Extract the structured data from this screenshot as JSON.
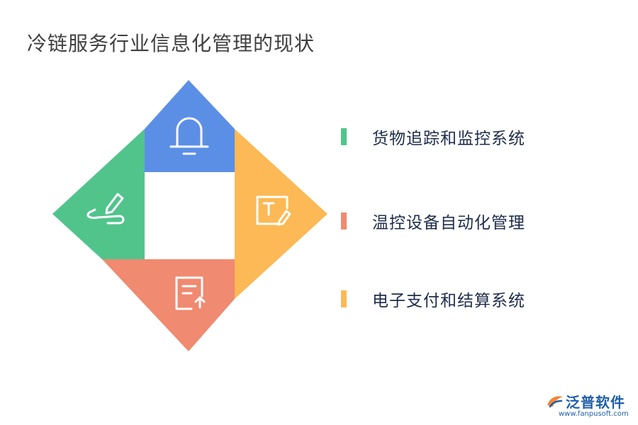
{
  "title": "冷链服务行业信息化管理的现状",
  "quadrants": [
    {
      "position": "top",
      "color": "#5b8fe6",
      "icon": "bell-icon"
    },
    {
      "position": "right",
      "color": "#fcb955",
      "icon": "text-edit-icon"
    },
    {
      "position": "bottom",
      "color": "#f08a70",
      "icon": "document-upload-icon"
    },
    {
      "position": "left",
      "color": "#51c48c",
      "icon": "pen-write-icon"
    }
  ],
  "legend": [
    {
      "label": "货物追踪和监控系统",
      "color": "#51c48c"
    },
    {
      "label": "温控设备自动化管理",
      "color": "#f08a70"
    },
    {
      "label": "电子支付和结算系统",
      "color": "#fcb955"
    }
  ],
  "logo": {
    "name": "泛普软件",
    "url": "www.fanpusoft.com"
  }
}
